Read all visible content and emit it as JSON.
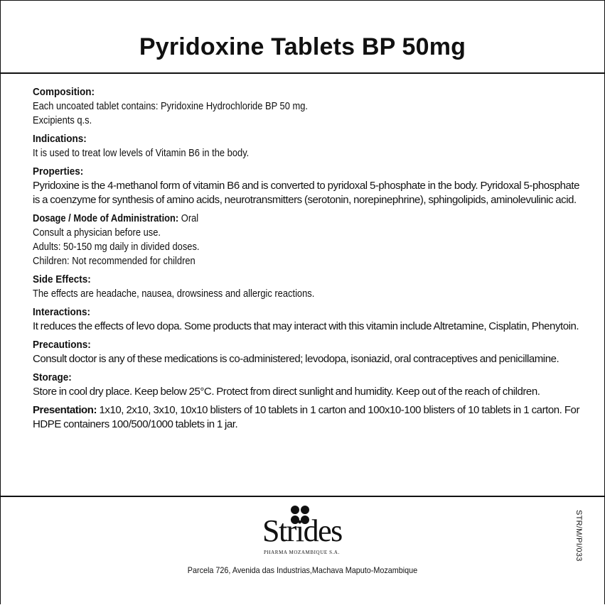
{
  "title": "Pyridoxine Tablets BP 50mg",
  "composition": {
    "heading": "Composition:",
    "lines": [
      "Each uncoated tablet contains: Pyridoxine Hydrochloride BP 50 mg.",
      "Excipients q.s."
    ]
  },
  "indications": {
    "heading": "Indications:",
    "lines": [
      "It is used to treat low levels of Vitamin B6 in the body."
    ]
  },
  "properties": {
    "heading": "Properties:",
    "text": "Pyridoxine is the 4-methanol form of vitamin B6 and is converted to pyridoxal 5-phosphate in the body. Pyridoxal 5-phosphate is a coenzyme for synthesis of amino acids, neurotransmitters (serotonin, norepinephrine), sphingolipids, aminolevulinic acid."
  },
  "dosage": {
    "heading": "Dosage / Mode of Administration:",
    "mode": " Oral",
    "lines": [
      "Consult a physician before use.",
      "Adults: 50-150 mg daily in divided doses.",
      "Children: Not recommended for children"
    ]
  },
  "side_effects": {
    "heading": "Side Effects:",
    "lines": [
      "The effects are headache, nausea, drowsiness and allergic reactions."
    ]
  },
  "interactions": {
    "heading": "Interactions:",
    "text": "It reduces the effects of levo dopa. Some products that may interact with this vitamin include Altretamine, Cisplatin, Phenytoin."
  },
  "precautions": {
    "heading": "Precautions:",
    "text": "Consult doctor is any of these medications is co-administered; levodopa, isoniazid, oral contraceptives and penicillamine."
  },
  "storage": {
    "heading": "Storage:",
    "text": "Store in cool dry place. Keep below 25°C. Protect from direct sunlight and humidity. Keep out of the reach of children."
  },
  "presentation": {
    "heading": "Presentation:",
    "text": " 1x10, 2x10, 3x10, 10x10 blisters of 10 tablets in 1 carton and 100x10-100 blisters of 10 tablets in 1 carton. For HDPE containers 100/500/1000 tablets in 1 jar."
  },
  "footer": {
    "brand": "Strides",
    "brand_sub": "PHARMA MOZAMBIQUE S.A.",
    "address": "Parcela 726, Avenida das Industrias,Machava Maputo-Mozambique",
    "code": "STR/M/PI/033"
  }
}
